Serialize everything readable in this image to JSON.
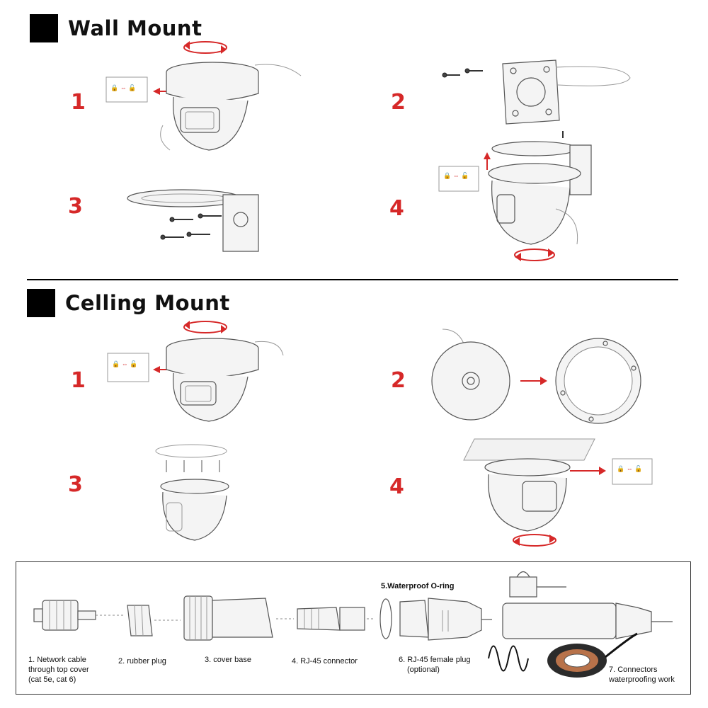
{
  "colors": {
    "accent": "#d62828",
    "title_block": "#000000"
  },
  "sections": [
    {
      "title": "Wall Mount",
      "steps": [
        "1",
        "2",
        "3",
        "4"
      ]
    },
    {
      "title": "Celling Mount",
      "steps": [
        "1",
        "2",
        "3",
        "4"
      ]
    }
  ],
  "parts": {
    "oring_callout": "5.Waterproof O-ring",
    "items": [
      {
        "l1": "1. Network cable",
        "l2": "through top cover",
        "l3": "(cat 5e, cat 6)"
      },
      {
        "l1": "2. rubber plug"
      },
      {
        "l1": "3. cover base"
      },
      {
        "l1": "4. RJ-45 connector"
      },
      {
        "l1": "6. RJ-45 female plug",
        "l2": "(optional)"
      },
      {
        "l1": "7. Connectors",
        "l2": "waterproofing work"
      }
    ]
  }
}
